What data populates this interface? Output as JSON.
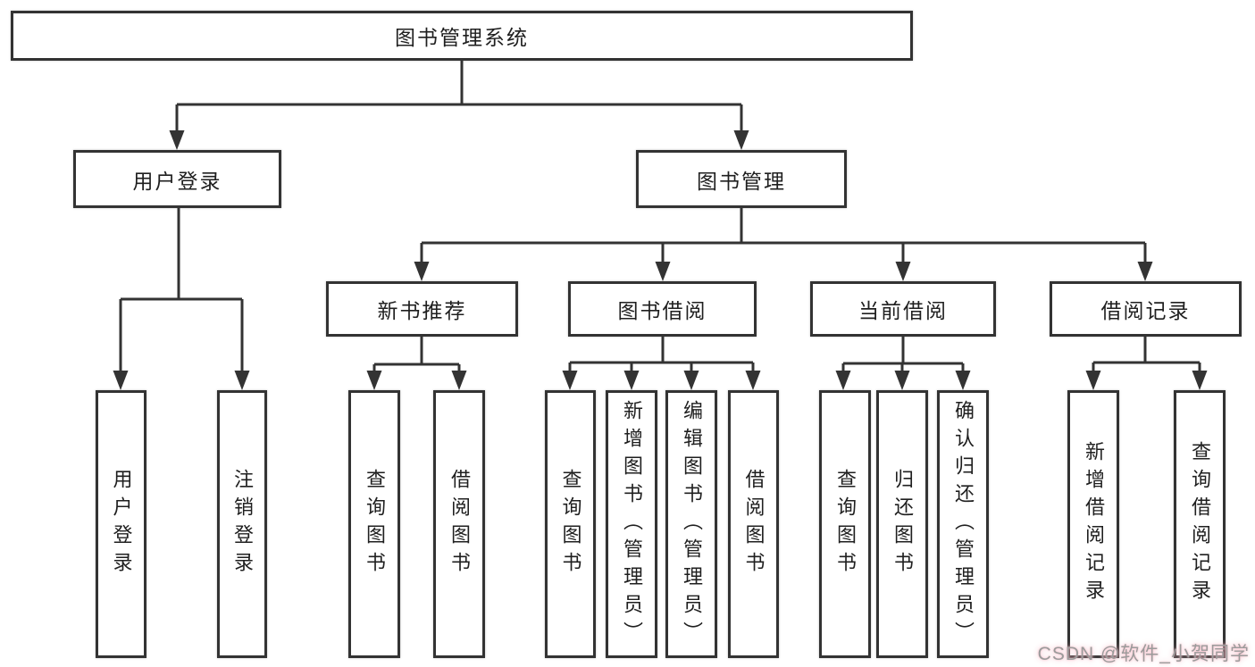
{
  "colors": {
    "line": "#333333",
    "node_border": "#333333",
    "node_background": "#ffffff",
    "text": "#1f1f1f",
    "watermark_text": "#9b9b9b",
    "watermark_glow": "#f5b8c4"
  },
  "tree": {
    "root": {
      "label": "图书管理系统"
    },
    "branches": [
      {
        "label": "用户登录",
        "children": [
          {
            "label": "用户登录"
          },
          {
            "label": "注销登录"
          }
        ]
      },
      {
        "label": "图书管理",
        "children": [
          {
            "label": "新书推荐",
            "children": [
              {
                "label": "查询图书"
              },
              {
                "label": "借阅图书"
              }
            ]
          },
          {
            "label": "图书借阅",
            "children": [
              {
                "label": "查询图书"
              },
              {
                "label": "新增图书（管理员）"
              },
              {
                "label": "编辑图书（管理员）"
              },
              {
                "label": "借阅图书"
              }
            ]
          },
          {
            "label": "当前借阅",
            "children": [
              {
                "label": "查询图书"
              },
              {
                "label": "归还图书"
              },
              {
                "label": "确认归还（管理员）"
              }
            ]
          },
          {
            "label": "借阅记录",
            "children": [
              {
                "label": "新增借阅记录"
              },
              {
                "label": "查询借阅记录"
              }
            ]
          }
        ]
      }
    ]
  },
  "watermark": {
    "text": "CSDN @软件_小贺同学"
  }
}
